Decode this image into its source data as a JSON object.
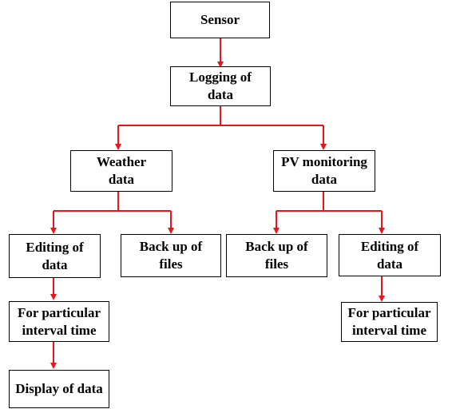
{
  "colors": {
    "connector": "#e8161b",
    "box_border": "#000000",
    "text": "#000000",
    "background": "#ffffff"
  },
  "nodes": {
    "sensor": "Sensor",
    "logging": "Logging of\ndata",
    "weather": "Weather\ndata",
    "pv_monitoring": "PV monitoring\ndata",
    "editing_left": "Editing of\ndata",
    "backup_left": "Back up of\nfiles",
    "backup_right": "Back up of\nfiles",
    "editing_right": "Editing of\ndata",
    "interval_left": "For particular\ninterval  time",
    "interval_right": "For particular\ninterval time",
    "display": "Display of data"
  }
}
